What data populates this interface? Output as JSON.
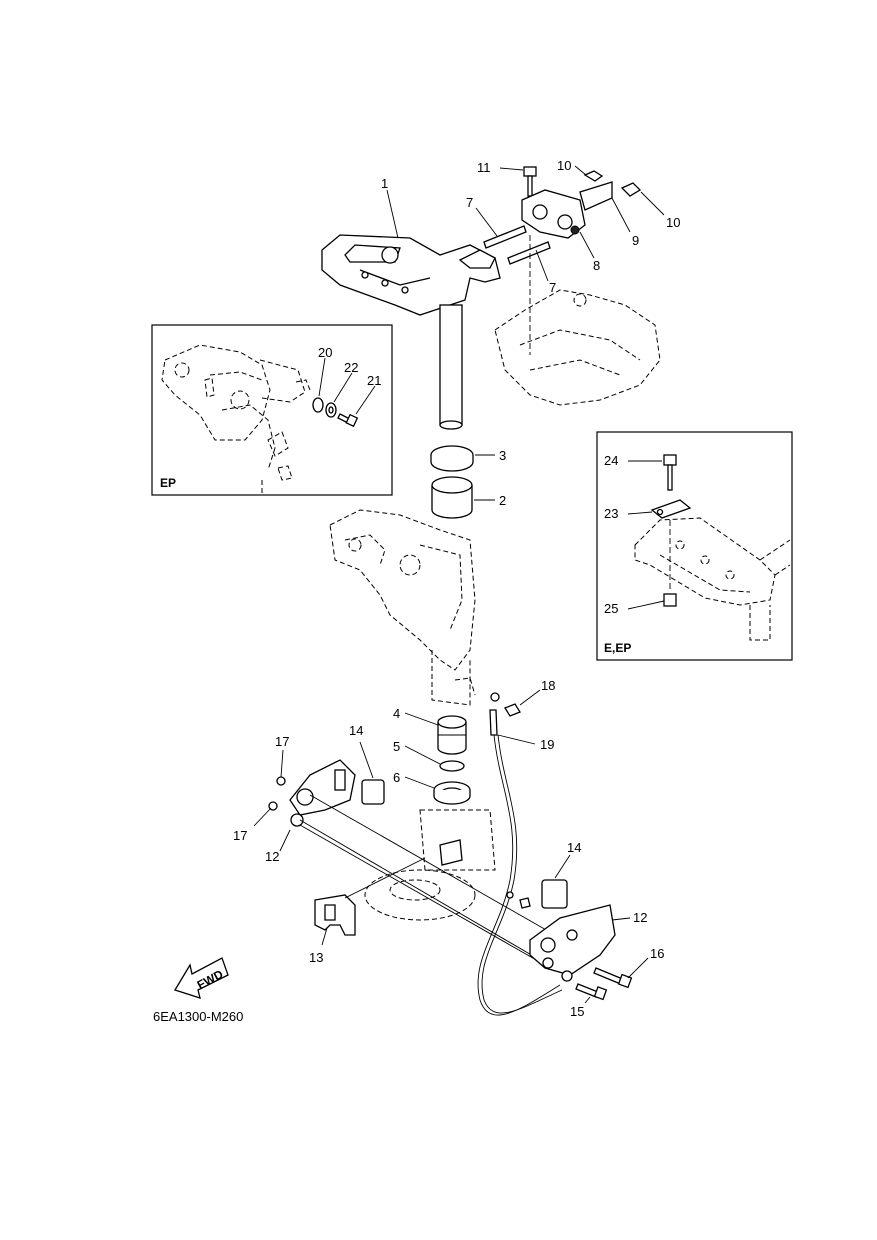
{
  "diagram": {
    "drawing_code": "6EA1300-M260",
    "fwd_label": "FWD",
    "inset_ep_label": "EP",
    "inset_eep_label": "E,EP",
    "callouts": {
      "c1": "1",
      "c2": "2",
      "c3": "3",
      "c4": "4",
      "c5": "5",
      "c6": "6",
      "c7a": "7",
      "c7b": "7",
      "c8": "8",
      "c9": "9",
      "c10a": "10",
      "c10b": "10",
      "c11": "11",
      "c12a": "12",
      "c12b": "12",
      "c13": "13",
      "c14a": "14",
      "c14b": "14",
      "c15": "15",
      "c16": "16",
      "c17a": "17",
      "c17b": "17",
      "c18": "18",
      "c19": "19",
      "c20": "20",
      "c21": "21",
      "c22": "22",
      "c23": "23",
      "c24": "24",
      "c25": "25"
    }
  }
}
